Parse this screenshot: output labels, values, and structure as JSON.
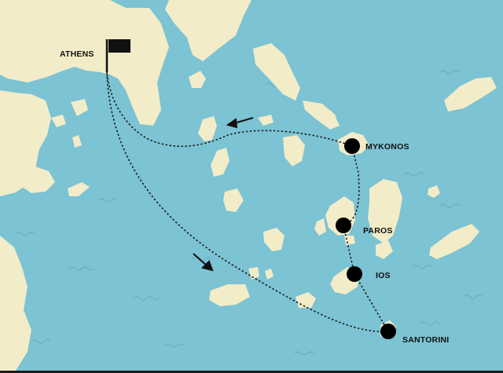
{
  "colors": {
    "sea": "#7cc3d3",
    "land": "#f2ecc8",
    "route": "#1a1a1a",
    "marker": "#000000",
    "wave": "#68b0c1"
  },
  "origin": {
    "name": "ATHENS",
    "icon": "flag-icon"
  },
  "stops": [
    {
      "name": "MYKONOS",
      "icon": "stop-marker-icon"
    },
    {
      "name": "PAROS",
      "icon": "stop-marker-icon"
    },
    {
      "name": "IOS",
      "icon": "stop-marker-icon"
    },
    {
      "name": "SANTORINI",
      "icon": "stop-marker-icon"
    }
  ],
  "direction_arrows": [
    {
      "icon": "arrow-outbound-icon"
    },
    {
      "icon": "arrow-return-icon"
    }
  ]
}
